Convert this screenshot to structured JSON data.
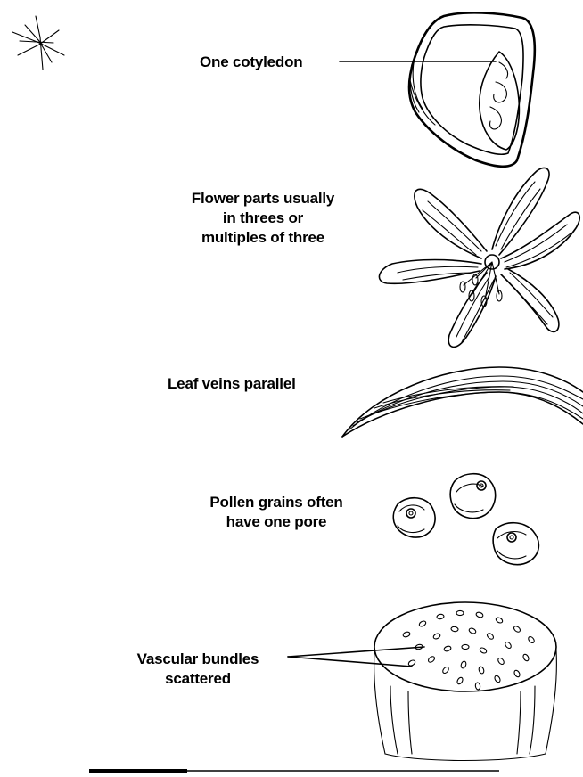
{
  "labels": {
    "cotyledon": "One cotyledon",
    "flower": [
      "Flower parts usually",
      "in threes or",
      "multiples of three"
    ],
    "leaf": "Leaf veins parallel",
    "pollen": [
      "Pollen grains often",
      "have one pore"
    ],
    "vascular": [
      "Vascular bundles",
      "scattered"
    ]
  },
  "icons": {
    "corner_mark": "asterisk-sketch-icon",
    "seed": "seed-icon",
    "flower": "lily-flower-icon",
    "leaf": "leaf-icon",
    "pollen": "pollen-grain-icon",
    "stem": "stem-cross-section-icon"
  }
}
